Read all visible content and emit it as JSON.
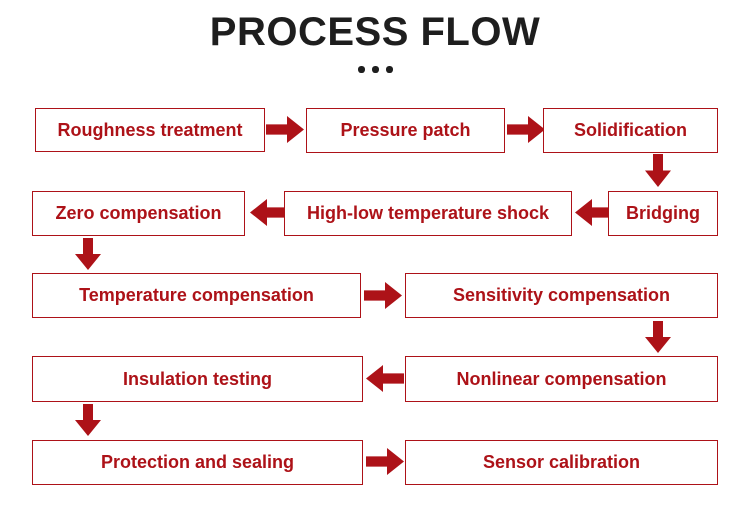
{
  "title": "PROCESS FLOW",
  "decor": {
    "title_dots_count": 3
  },
  "colors": {
    "accent_red": "#ad1218",
    "title_text": "#1e1e1e",
    "background": "#ffffff"
  },
  "flow": {
    "nodes": [
      {
        "id": "roughness-treatment",
        "label": "Roughness treatment"
      },
      {
        "id": "pressure-patch",
        "label": "Pressure patch"
      },
      {
        "id": "solidification",
        "label": "Solidification"
      },
      {
        "id": "bridging",
        "label": "Bridging"
      },
      {
        "id": "high-low-temperature-shock",
        "label": "High-low temperature shock"
      },
      {
        "id": "zero-compensation",
        "label": "Zero compensation"
      },
      {
        "id": "temperature-compensation",
        "label": "Temperature compensation"
      },
      {
        "id": "sensitivity-compensation",
        "label": "Sensitivity compensation"
      },
      {
        "id": "nonlinear-compensation",
        "label": "Nonlinear compensation"
      },
      {
        "id": "insulation-testing",
        "label": "Insulation testing"
      },
      {
        "id": "protection-and-sealing",
        "label": "Protection and sealing"
      },
      {
        "id": "sensor-calibration",
        "label": "Sensor calibration"
      }
    ],
    "connections": [
      "Roughness treatment -> Pressure patch",
      "Pressure patch -> Solidification",
      "Solidification -> Bridging",
      "Bridging -> High-low temperature shock",
      "High-low temperature shock -> Zero compensation",
      "Zero compensation -> Temperature compensation",
      "Temperature compensation -> Sensitivity compensation",
      "Sensitivity compensation -> Nonlinear compensation",
      "Nonlinear compensation -> Insulation testing",
      "Insulation testing -> Protection and sealing",
      "Protection and sealing -> Sensor calibration"
    ]
  }
}
